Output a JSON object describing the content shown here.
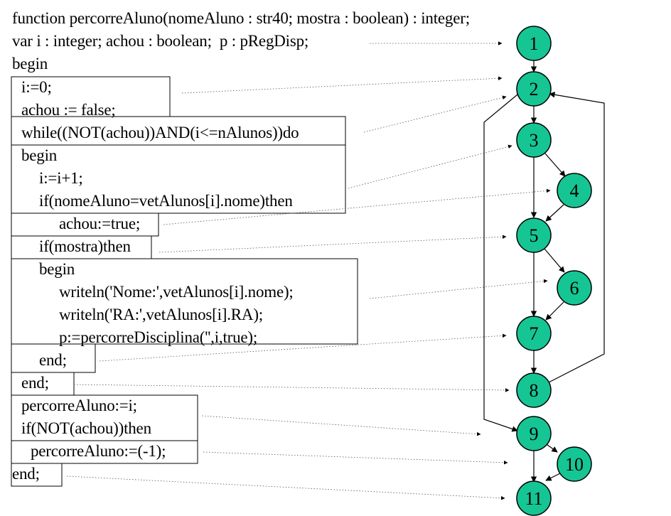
{
  "code_lines": [
    "function percorreAluno(nomeAluno : str40; mostra : boolean) : integer;",
    "var i : integer; achou : boolean;  p : pRegDisp;",
    "begin",
    "i:=0;",
    "achou := false;",
    "while((NOT(achou))AND(i<=nAlunos))do",
    "begin",
    "i:=i+1;",
    "if(nomeAluno=vetAlunos[i].nome)then",
    "achou:=true;",
    "if(mostra)then",
    "begin",
    "writeln('Nome:',vetAlunos[i].nome);",
    "writeln('RA:',vetAlunos[i].RA);",
    "p:=percorreDisciplina('',i,true);",
    "end;",
    "end;",
    "percorreAluno:=i;",
    "if(NOT(achou))then",
    "percorreAluno:=(-1);",
    "end;"
  ],
  "nodes": [
    "1",
    "2",
    "3",
    "4",
    "5",
    "6",
    "7",
    "8",
    "9",
    "10",
    "11"
  ],
  "colors": {
    "node_fill": "#16c594",
    "stroke": "#000000"
  }
}
